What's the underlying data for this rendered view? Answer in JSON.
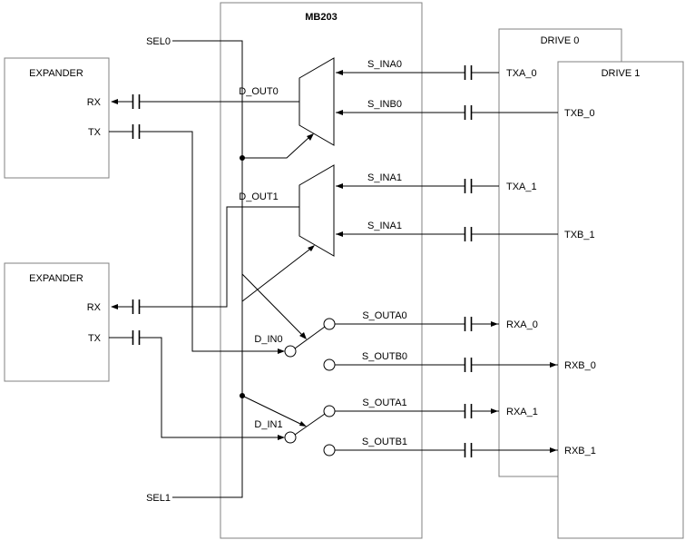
{
  "diagram": {
    "mb203": {
      "title": "MB203",
      "select_inputs": {
        "sel0": "SEL0",
        "sel1": "SEL1"
      },
      "mux0": {
        "output_label": "D_OUT0"
      },
      "mux1": {
        "output_label": "D_OUT1"
      },
      "switch0": {
        "input_label": "D_IN0"
      },
      "switch1": {
        "input_label": "D_IN1"
      }
    },
    "expander_top": {
      "title": "EXPANDER",
      "rx": "RX",
      "tx": "TX"
    },
    "expander_bottom": {
      "title": "EXPANDER",
      "rx": "RX",
      "tx": "TX"
    },
    "drive0": {
      "title": "DRIVE 0",
      "ports": {
        "txa0": "TXA_0",
        "txa1": "TXA_1",
        "rxa0": "RXA_0",
        "rxa1": "RXA_1"
      }
    },
    "drive1": {
      "title": "DRIVE 1",
      "ports": {
        "txb0": "TXB_0",
        "txb1": "TXB_1",
        "rxb0": "RXB_0",
        "rxb1": "RXB_1"
      }
    },
    "signals": {
      "s_ina0": "S_INA0",
      "s_inb0": "S_INB0",
      "s_ina1_upper": "S_INA1",
      "s_ina1_lower": "S_INA1",
      "s_outa0": "S_OUTA0",
      "s_outb0": "S_OUTB0",
      "s_outa1": "S_OUTA1",
      "s_outb1": "S_OUTB1"
    },
    "colors": {
      "line": "#000000",
      "box_border": "#808080",
      "background": "#ffffff"
    }
  }
}
